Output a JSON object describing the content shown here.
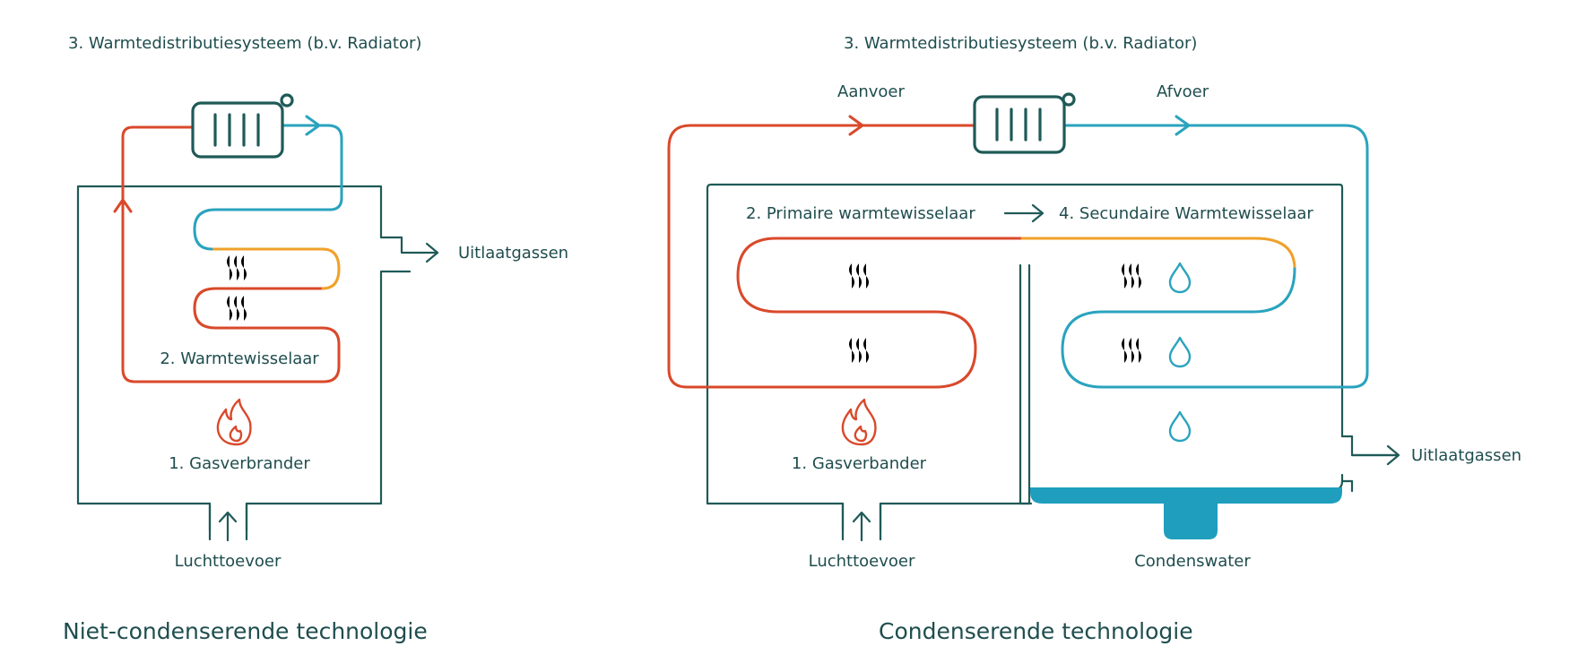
{
  "left": {
    "radiator_label": "3. Warmtedistributiesysteem (b.v. Radiator)",
    "exchanger_label": "2. Warmtewisselaar",
    "burner_label": "1. Gasverbrander",
    "exhaust_label": "Uitlaatgassen",
    "air_label": "Luchttoevoer",
    "title": "Niet-condenserende technologie"
  },
  "right": {
    "radiator_label": "3. Warmtedistributiesysteem (b.v. Radiator)",
    "supply_label": "Aanvoer",
    "return_label": "Afvoer",
    "primary_label": "2. Primaire warmtewisselaar",
    "secondary_label": "4. Secundaire Warmtewisselaar",
    "burner_label": "1. Gasverbander",
    "exhaust_label": "Uitlaatgassen",
    "air_label": "Luchttoevoer",
    "condensate_label": "Condenswater",
    "title": "Condenserende technologie"
  },
  "colors": {
    "frame": "#1f5a57",
    "hot": "#d9492b",
    "cold": "#2aa3be",
    "warm": "#f0a12a",
    "text": "#1f4d4e"
  }
}
